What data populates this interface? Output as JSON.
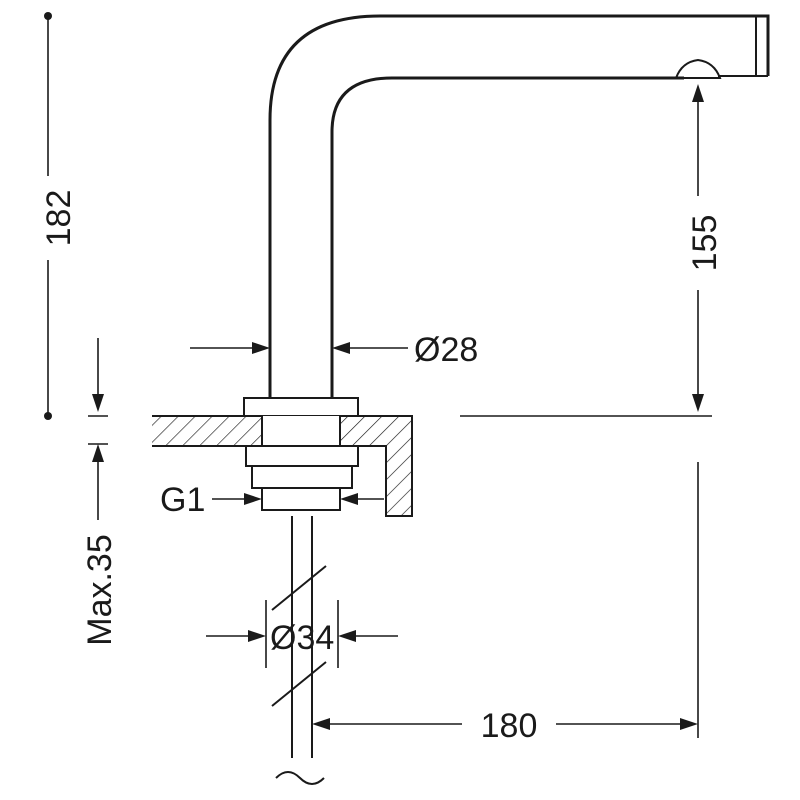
{
  "dimensions": {
    "total_height": "182",
    "spout_height": "155",
    "pipe_diameter": "Ø28",
    "thread": "G1",
    "max_deck_thickness": "Max.35",
    "hose_diameter": "Ø34",
    "projection": "180"
  },
  "colors": {
    "line": "#1a1a1a",
    "background": "#ffffff"
  }
}
